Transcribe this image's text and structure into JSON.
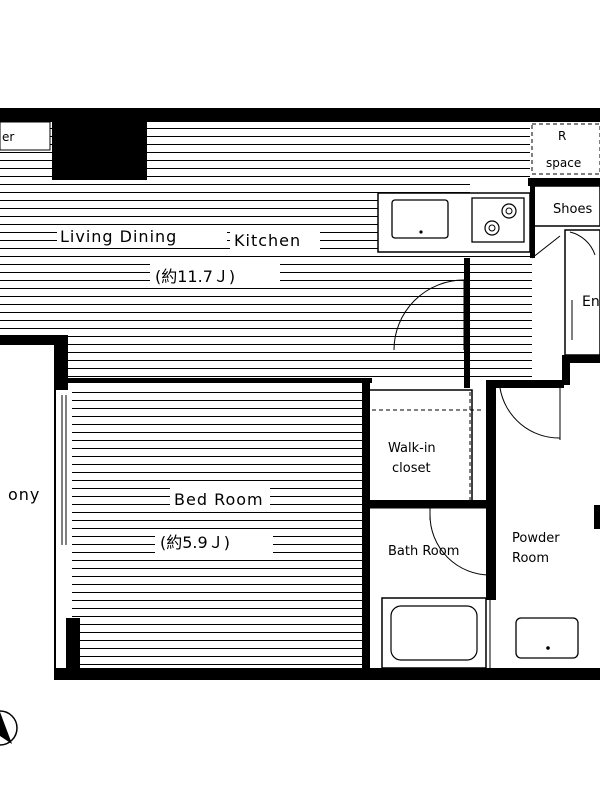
{
  "plan": {
    "rooms": {
      "ldk": {
        "name": "Living Dining Kitchen",
        "name_part1": "Living Dining",
        "name_part2": "Kitchen",
        "size": "(約11.7Ｊ)"
      },
      "bed": {
        "name": "Bed Room",
        "size": "(約5.9Ｊ)"
      },
      "walkin": {
        "line1": "Walk-in",
        "line2": "closet"
      },
      "bath": {
        "name": "Bath Room"
      },
      "powder": {
        "line1": "Powder",
        "line2": "Room"
      },
      "balcony": {
        "name": "ony"
      },
      "shoes": {
        "name": "Shoes"
      },
      "entrance": {
        "name": "En"
      },
      "r_space": {
        "line1": "R",
        "line2": "space"
      },
      "corner": {
        "name": "er"
      }
    },
    "colors": {
      "wall": "#000000",
      "floor_lines": "#000000",
      "background": "#ffffff"
    }
  }
}
